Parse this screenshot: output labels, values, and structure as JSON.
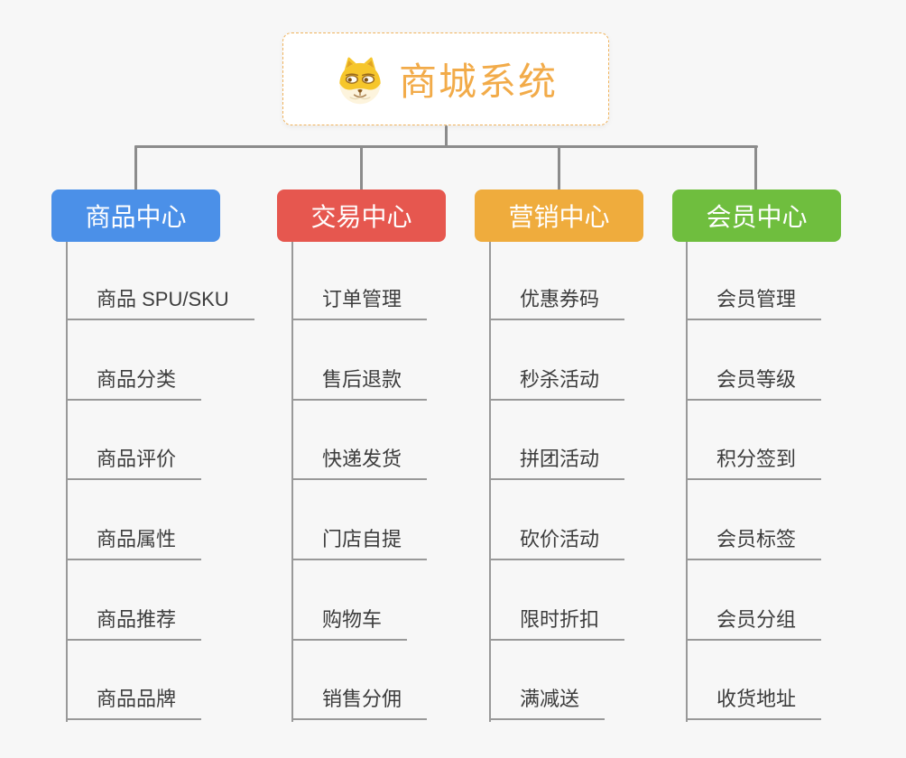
{
  "page": {
    "background_color": "#f7f7f7",
    "connector_color": "#8c8c8c",
    "leaf_line_color": "#999999"
  },
  "root": {
    "title": "商城系统",
    "icon": "dog-face-icon",
    "title_color": "#f2ab49",
    "border_color": "#f0b35c"
  },
  "tree": {
    "branches": [
      {
        "label": "商品中心",
        "color": "#4b90e8",
        "items": [
          "商品 SPU/SKU",
          "商品分类",
          "商品评价",
          "商品属性",
          "商品推荐",
          "商品品牌"
        ]
      },
      {
        "label": "交易中心",
        "color": "#e6574f",
        "items": [
          "订单管理",
          "售后退款",
          "快递发货",
          "门店自提",
          "购物车",
          "销售分佣"
        ]
      },
      {
        "label": "营销中心",
        "color": "#efac3d",
        "items": [
          "优惠券码",
          "秒杀活动",
          "拼团活动",
          "砍价活动",
          "限时折扣",
          "满减送"
        ]
      },
      {
        "label": "会员中心",
        "color": "#6fbe3e",
        "items": [
          "会员管理",
          "会员等级",
          "积分签到",
          "会员标签",
          "会员分组",
          "收货地址"
        ]
      }
    ]
  }
}
